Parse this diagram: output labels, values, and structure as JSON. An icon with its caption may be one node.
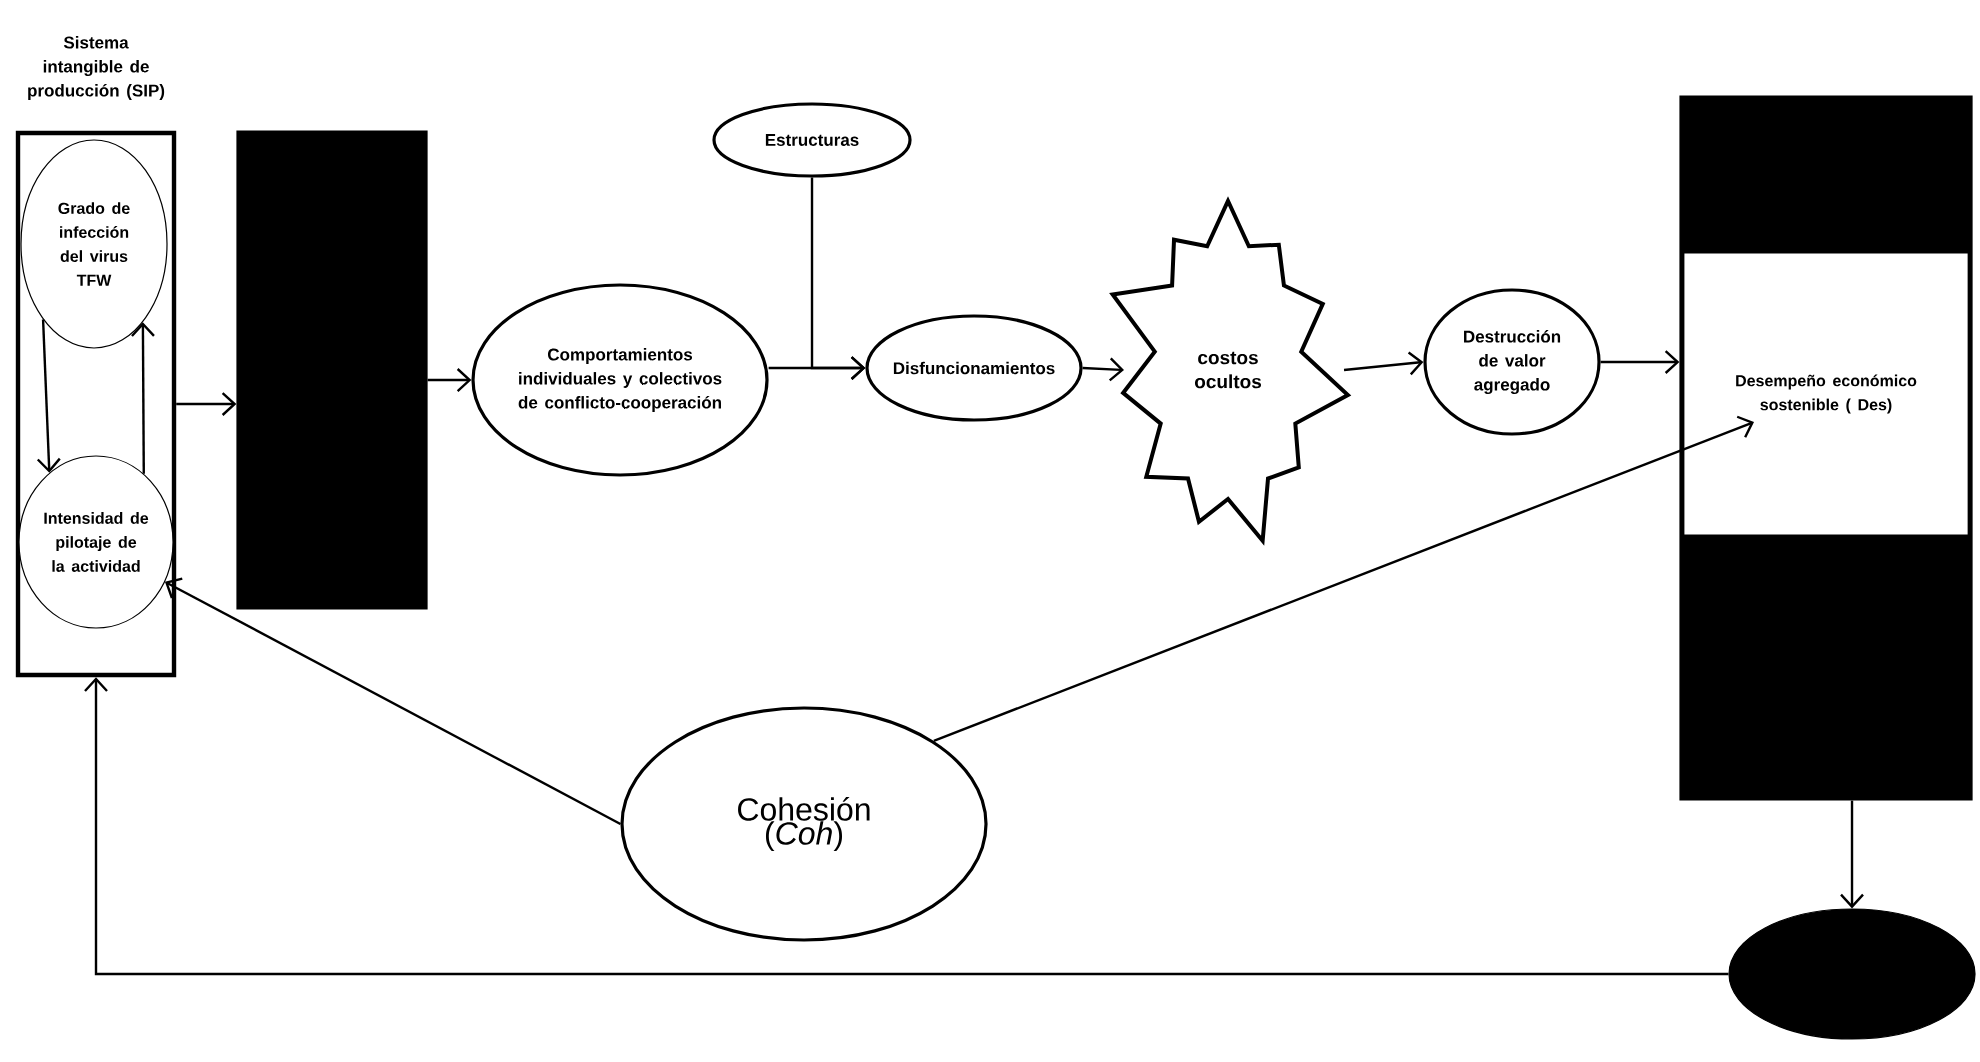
{
  "diagram": {
    "nodes": [
      {
        "text": [
          "Sistema intangible de producción (SIP)"
        ]
      },
      {
        "text": [
          "Grado de infección del virus TFW"
        ],
        "in": 0
      },
      {
        "text": [
          "Intensidad de pilotaje de la actividad"
        ],
        "in": 0
      },
      {
        "text": [],
        "shape": "box"
      },
      {
        "text": [
          "Comportamientos individuales y colectivos de conflicto-cooperación"
        ]
      },
      {
        "text": [
          "Estructuras"
        ]
      },
      {
        "text": [
          "Disfuncionamientos"
        ]
      },
      {
        "text": [
          "costos ocultos"
        ]
      },
      {
        "text": [
          "Destrucción de valor agregado"
        ]
      },
      {
        "text": [],
        "shape": "box"
      },
      {
        "text": [
          "Desempeño económico sostenible ( Des)"
        ],
        "in": 9
      },
      {
        "text": [],
        "shape": "ellipse"
      },
      {
        "text": [
          "Cohesión (*Coh*)"
        ]
      }
    ],
    "edges": [
      {
        "from": 0,
        "to": 3,
        "arrow": "to"
      },
      {
        "from": 1,
        "to": 2,
        "arrow": "to"
      },
      {
        "from": 2,
        "to": 1,
        "arrow": "to"
      },
      {
        "from": 3,
        "to": 4,
        "arrow": "to"
      },
      {
        "from": 4,
        "to": 6,
        "arrow": "to"
      },
      {
        "from": 5,
        "to": 6,
        "arrow": "to"
      },
      {
        "from": 6,
        "to": 7,
        "arrow": "to"
      },
      {
        "from": 7,
        "to": 8,
        "arrow": "to"
      },
      {
        "from": 8,
        "to": 9,
        "arrow": "to"
      },
      {
        "from": 9,
        "to": 11,
        "arrow": "to"
      },
      {
        "from": 11,
        "to": 0,
        "arrow": "to"
      },
      {
        "from": 12,
        "to": 2,
        "arrow": "to"
      },
      {
        "from": 12,
        "to": 10,
        "arrow": "to"
      }
    ]
  }
}
